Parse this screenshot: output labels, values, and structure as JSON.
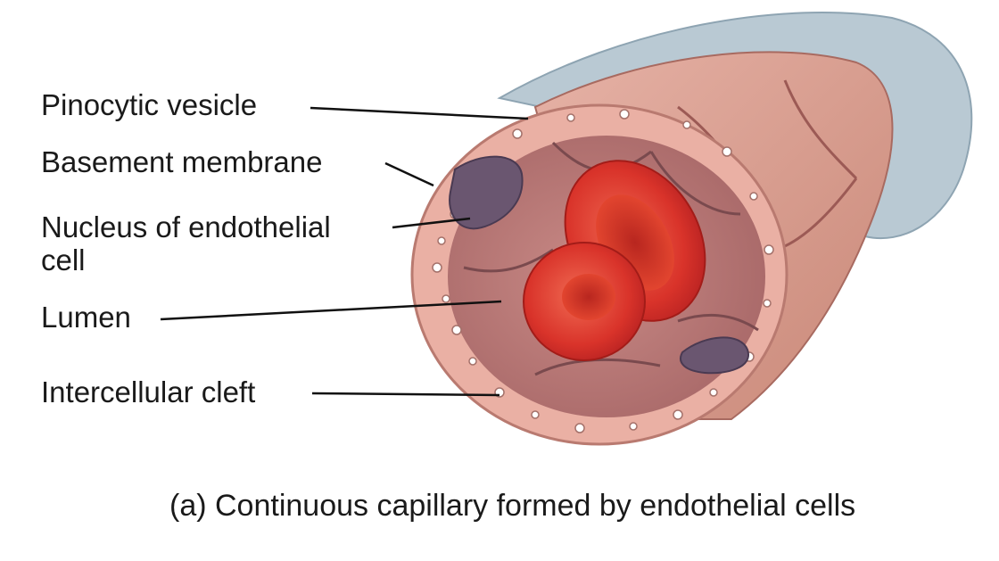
{
  "labels": {
    "pinocytic_vesicle": "Pinocytic vesicle",
    "basement_membrane": "Basement membrane",
    "nucleus_line1": "Nucleus of endothelial",
    "nucleus_line2": "cell",
    "lumen": "Lumen",
    "intercellular_cleft": "Intercellular cleft"
  },
  "caption": "(a) Continuous capillary formed by endothelial cells",
  "colors": {
    "outer_sheath": "#b9c9d3",
    "vessel_wall": "#e7a99e",
    "lumen": "#b87878",
    "red_blood_cell": "#e0372a",
    "nucleus": "#6a5670",
    "leader_line": "#111111"
  }
}
